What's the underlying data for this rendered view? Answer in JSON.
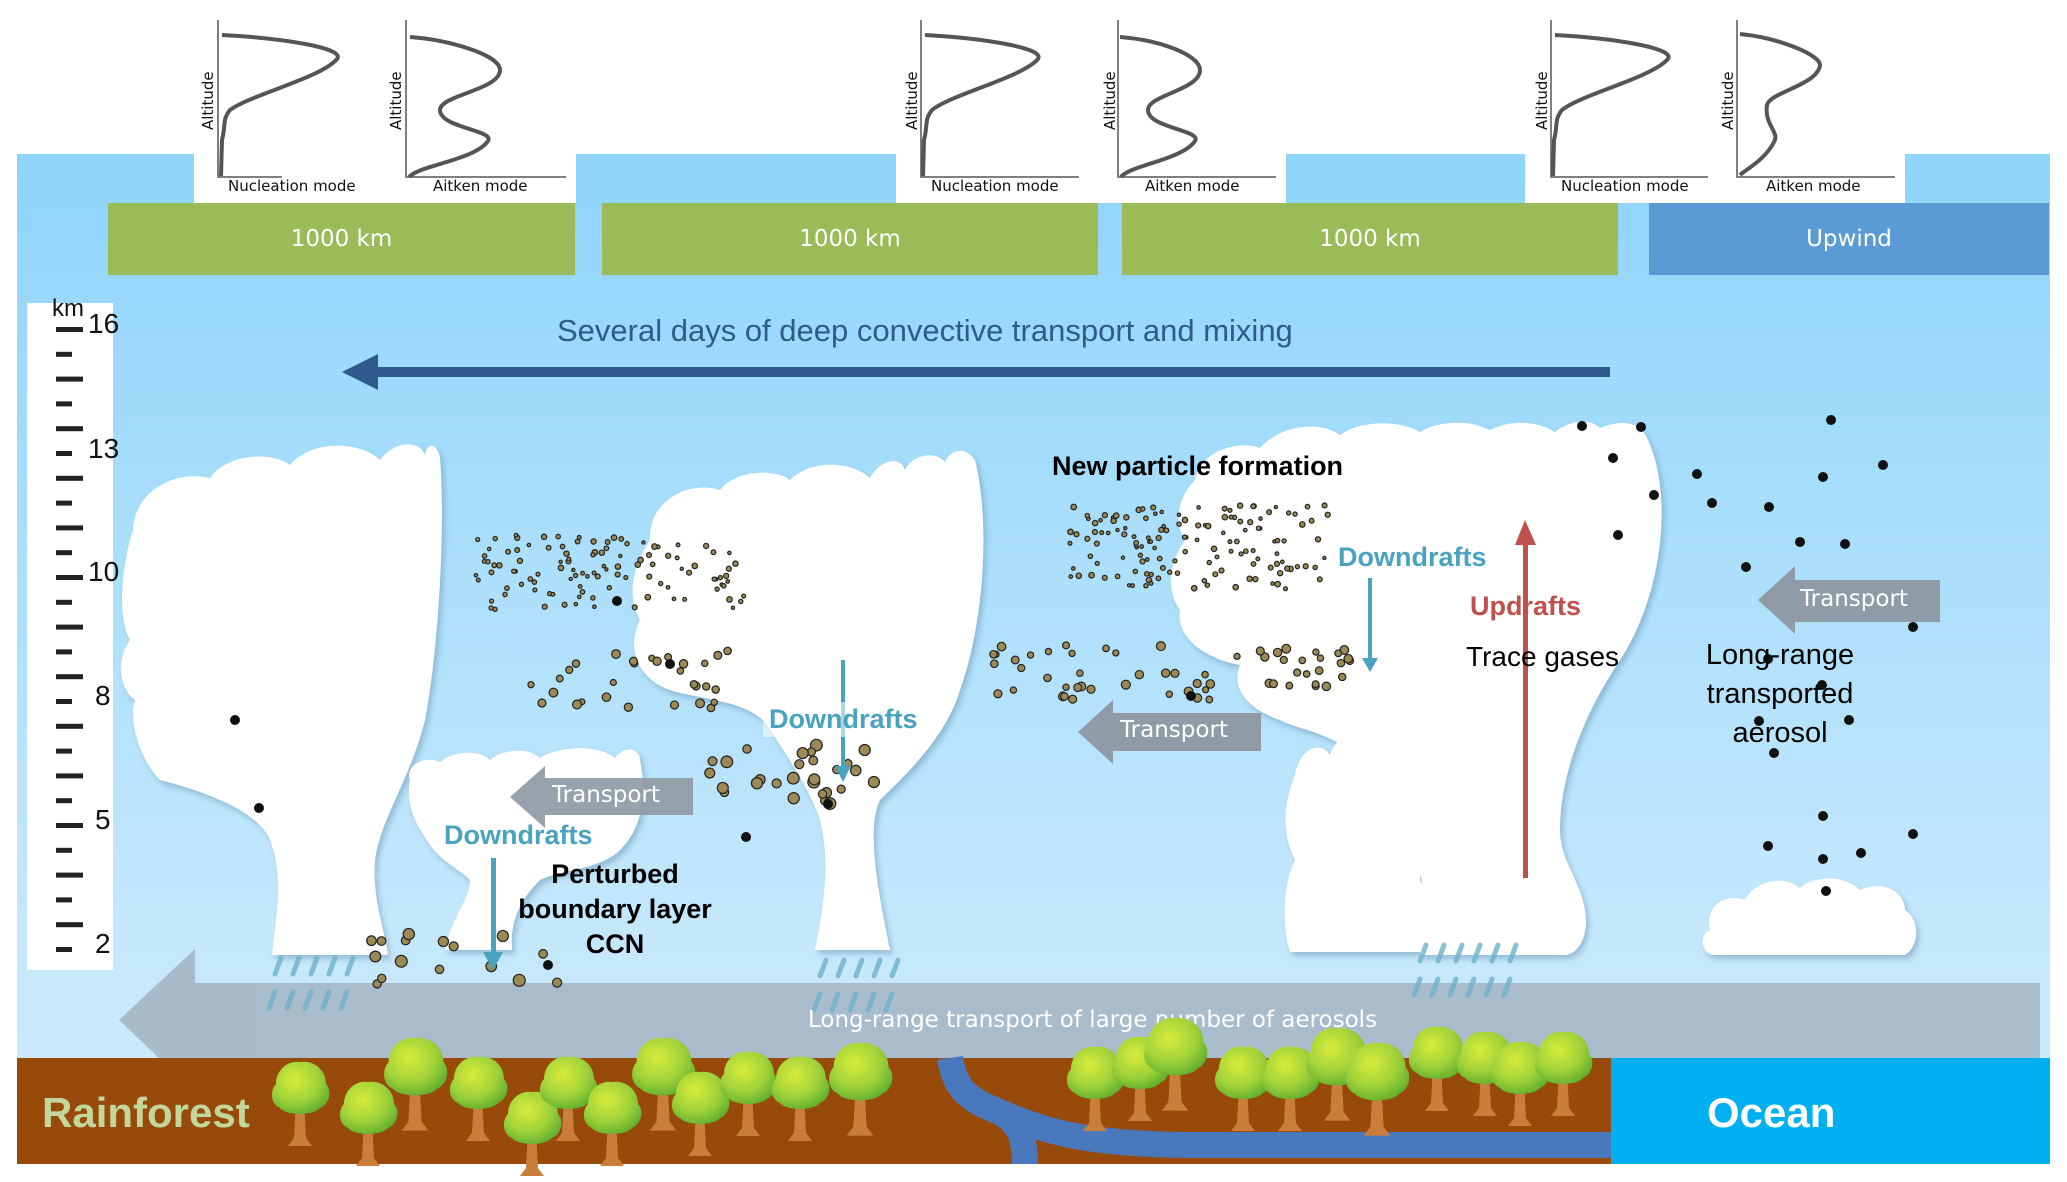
{
  "profiles": [
    {
      "region": "1",
      "nucleation_label": "Nucleation mode",
      "aitken_label": "Aitken mode",
      "y_label": "Altitude"
    },
    {
      "region": "2",
      "nucleation_label": "Nucleation mode",
      "aitken_label": "Aitken mode",
      "y_label": "Altitude"
    },
    {
      "region": "3",
      "nucleation_label": "Nucleation mode",
      "aitken_label": "Aitken mode",
      "y_label": "Altitude"
    }
  ],
  "distance_bars": [
    {
      "label": "1000 km",
      "color": "#9bbb59"
    },
    {
      "label": "1000 km",
      "color": "#9bbb59"
    },
    {
      "label": "1000 km",
      "color": "#9bbb59"
    },
    {
      "label": "Upwind",
      "color": "#5b9bd5"
    }
  ],
  "altitude_scale": {
    "unit": "km",
    "labels": [
      "16",
      "13",
      "10",
      "8",
      "5",
      "2"
    ]
  },
  "top_arrow": {
    "label": "Several days of deep convective transport and mixing",
    "color": "#2e5b8c"
  },
  "annotations": {
    "new_particle_formation": "New particle formation",
    "downdrafts_right": "Downdrafts",
    "updrafts": "Updrafts",
    "trace_gases": "Trace gases",
    "long_range_aerosol_1": "Long-range",
    "long_range_aerosol_2": "transported",
    "long_range_aerosol_3": "aerosol",
    "transport_right": "Transport",
    "transport_middle": "Transport",
    "downdrafts_middle": "Downdrafts",
    "transport_left": "Transport",
    "downdrafts_left": "Downdrafts",
    "perturbed_1": "Perturbed",
    "perturbed_2": "boundary layer",
    "perturbed_3": "CCN"
  },
  "bottom_arrow": {
    "label": "Long-range transport of large number of aerosols"
  },
  "ground": {
    "rainforest_label": "Rainforest",
    "ocean_label": "Ocean",
    "rainforest_color": "#974a0a",
    "ocean_color": "#00b0f0",
    "river_color": "#4a78bd"
  },
  "colors": {
    "teal_arrow": "#4aa3be",
    "updraft_arrow": "#c0504d",
    "transport_arrow": "#8f9ba6",
    "aerosol_fill": "#9b8a55",
    "rain": "#6fb2cc"
  }
}
